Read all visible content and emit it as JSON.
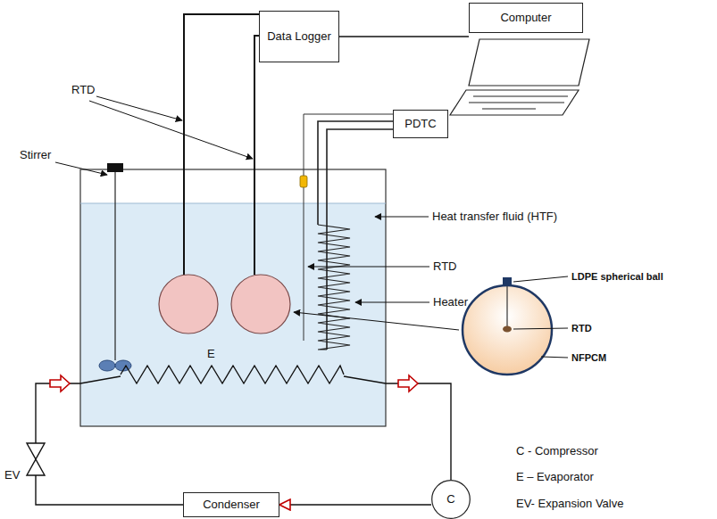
{
  "diagram": {
    "nodes": [
      {
        "text": [
          "Data Logger"
        ]
      },
      {
        "text": [
          "Computer"
        ]
      },
      {
        "text": [
          "PDTC"
        ]
      },
      {
        "text": [
          "Condenser"
        ]
      },
      {
        "text": [
          "C"
        ]
      }
    ],
    "edges": [
      {
        "from": 0,
        "to": 1,
        "arrow": "none"
      },
      {
        "from": 4,
        "to": 3,
        "arrow": "to"
      }
    ],
    "labels": [
      "RTD",
      "Stirrer",
      "Heat transfer fluid (HTF)",
      "RTD",
      "Heater",
      "E",
      "LDPE spherical ball",
      "RTD",
      "NFPCM",
      "EV",
      "C - Compressor",
      "E – Evaporator",
      "EV- Expansion Valve"
    ]
  }
}
